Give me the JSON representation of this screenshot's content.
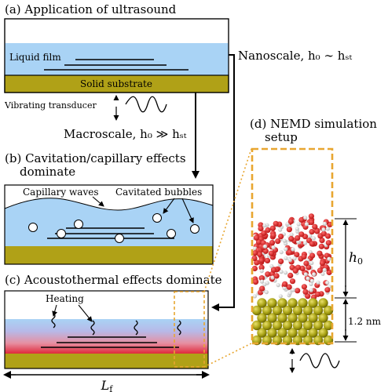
{
  "panel_a": {
    "title": "(a) Application of ultrasound",
    "liquid_label": "Liquid film",
    "substrate_label": "Solid substrate",
    "transducer_label": "Vibrating transducer"
  },
  "nanoscale_label": "Nanoscale, h₀ ∼ hₛₜ",
  "macroscale_label": "Macroscale, h₀ ≫ hₛₜ",
  "panel_b": {
    "title_line1": "(b) Cavitation/capillary effects",
    "title_line2": "dominate",
    "capillary_label": "Capillary waves",
    "bubbles_label": "Cavitated bubbles"
  },
  "panel_c": {
    "title": "(c) Acoustothermal effects dominate",
    "heating_label": "Heating",
    "length_label": "L_f"
  },
  "panel_d": {
    "title_line1": "(d) NEMD simulation",
    "title_line2": "setup",
    "h0_label": "h₀",
    "substrate_thickness": "1.2 nm"
  },
  "colors": {
    "liquid": "#a9d3f5",
    "substrate": "#b0a117",
    "heat": "#e0293b",
    "highlight": "#e8a630"
  }
}
